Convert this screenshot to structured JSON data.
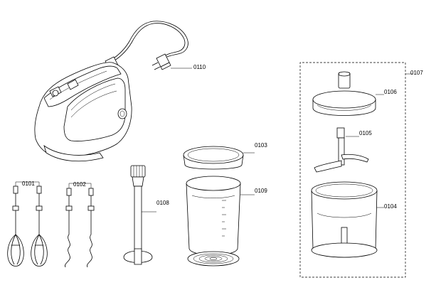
{
  "diagram": {
    "parts": [
      {
        "id": "mixer-body",
        "label": "0110"
      },
      {
        "id": "whisks",
        "label": "0101"
      },
      {
        "id": "dough-hooks",
        "label": "0102"
      },
      {
        "id": "blender-foot",
        "label": "0108"
      },
      {
        "id": "lid",
        "label": "0103"
      },
      {
        "id": "beaker",
        "label": "0109"
      },
      {
        "id": "chopper-lid",
        "label": "0106"
      },
      {
        "id": "chopper-blade",
        "label": "0105"
      },
      {
        "id": "chopper-bowl",
        "label": "0104"
      },
      {
        "id": "chopper-set",
        "label": "0107"
      }
    ]
  }
}
